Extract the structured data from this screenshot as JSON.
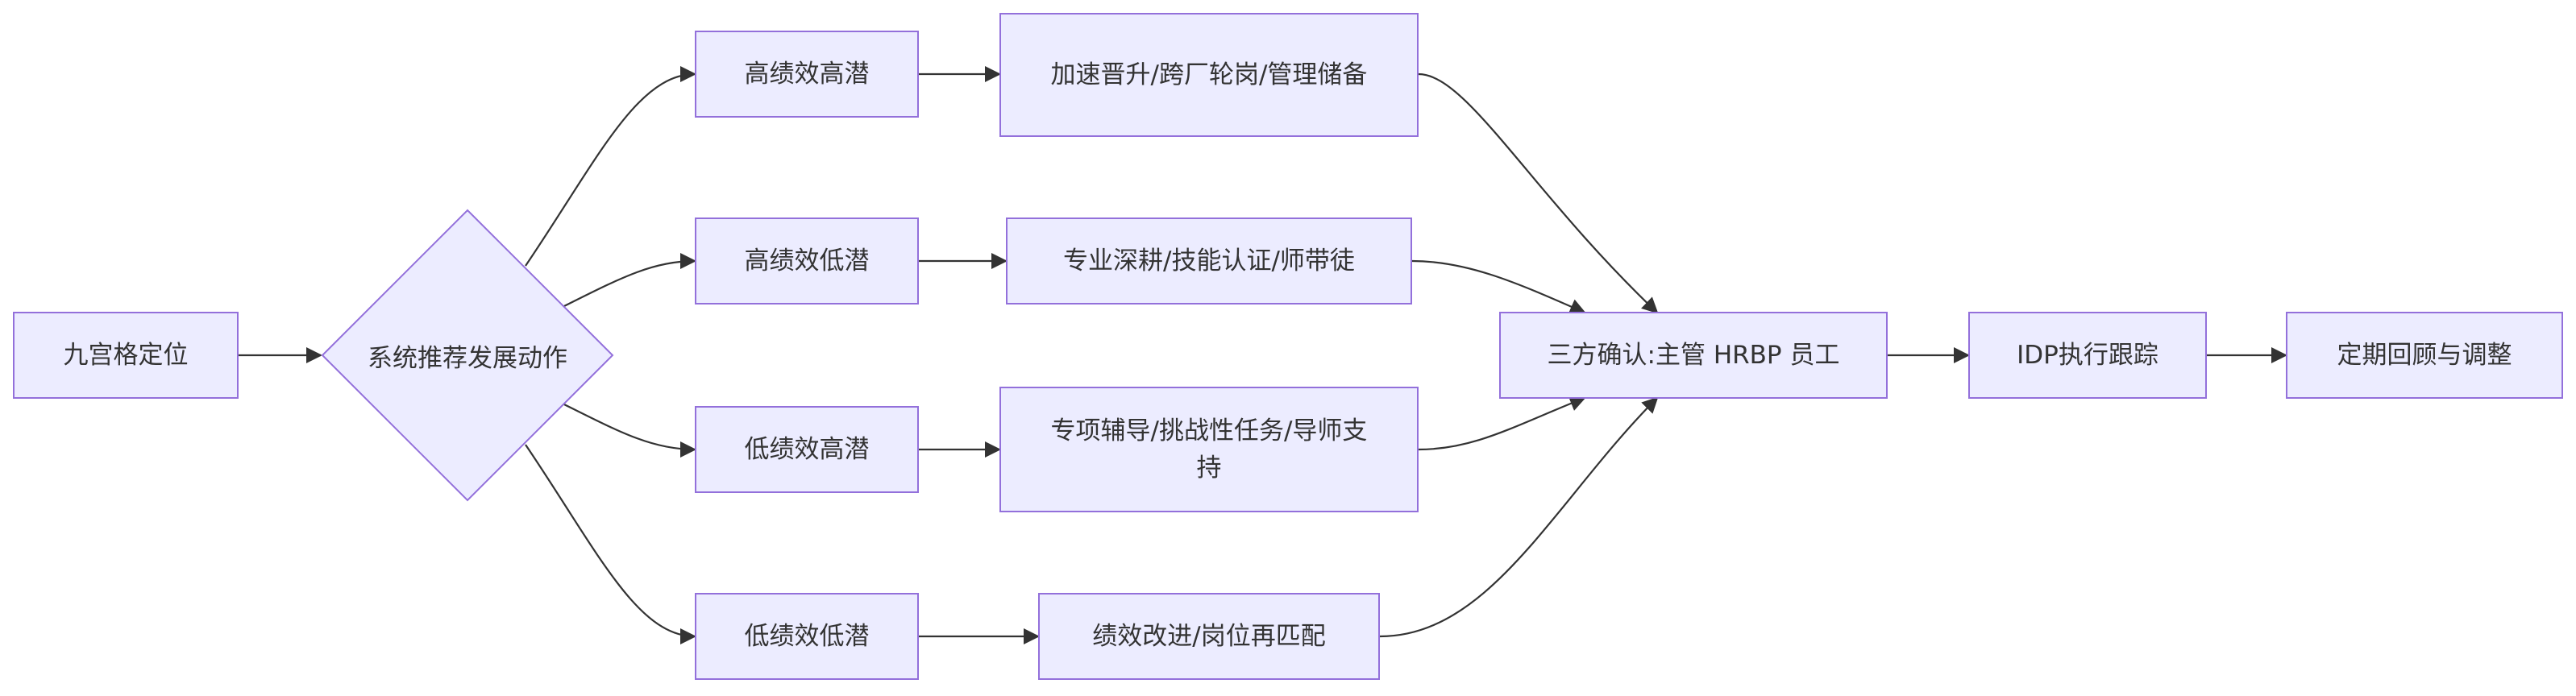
{
  "colors": {
    "node_fill": "#ECECFF",
    "node_border": "#9370DB",
    "edge": "#333333",
    "text": "#333333",
    "background": "#FFFFFF"
  },
  "nodes": {
    "grid": "九宫格定位",
    "recommend": "系统推荐发展动作",
    "hh": "高绩效高潜",
    "hl": "高绩效低潜",
    "lh": "低绩效高潜",
    "ll": "低绩效低潜",
    "a_hh": "加速晋升/跨厂轮岗/管理储备",
    "a_hl": "专业深耕/技能认证/师带徒",
    "a_lh": "专项辅导/挑战性任务/导师支持",
    "a_ll": "绩效改进/岗位再匹配",
    "confirm": "三方确认:主管 HRBP 员工",
    "idp": "IDP执行跟踪",
    "review": "定期回顾与调整"
  }
}
